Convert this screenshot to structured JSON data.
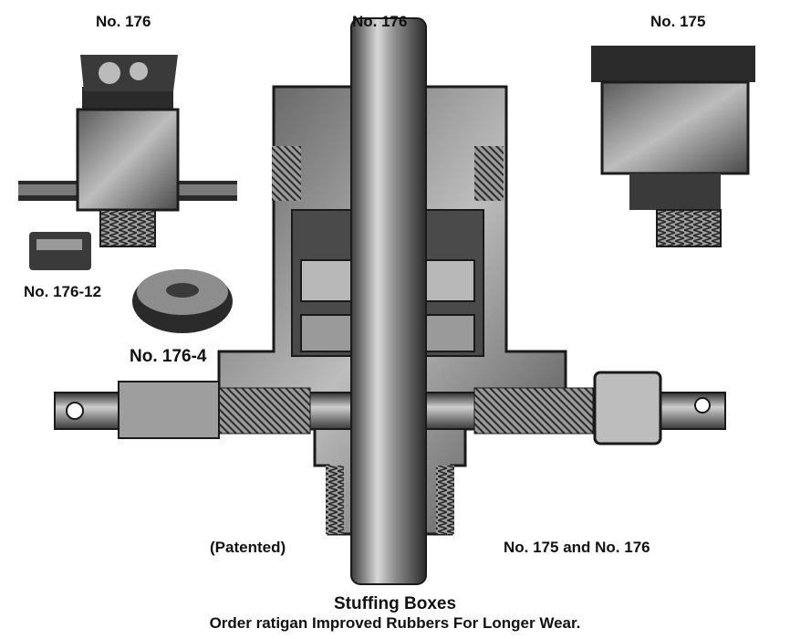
{
  "labels": {
    "top_left": "No. 176",
    "top_center": "No. 176",
    "top_right": "No. 175",
    "part_12": "No. 176-12",
    "part_4": "No. 176-4",
    "patented": "(Patented)",
    "bottom_right": "No. 175 and No. 176"
  },
  "caption": {
    "title": "Stuffing Boxes",
    "subtitle": "Order ratigan Improved Rubbers For Longer Wear."
  },
  "colors": {
    "metal_dark": "#1c1c1c",
    "metal_mid": "#6f6f6f",
    "metal_light": "#c9c9c9",
    "text": "#111111"
  }
}
